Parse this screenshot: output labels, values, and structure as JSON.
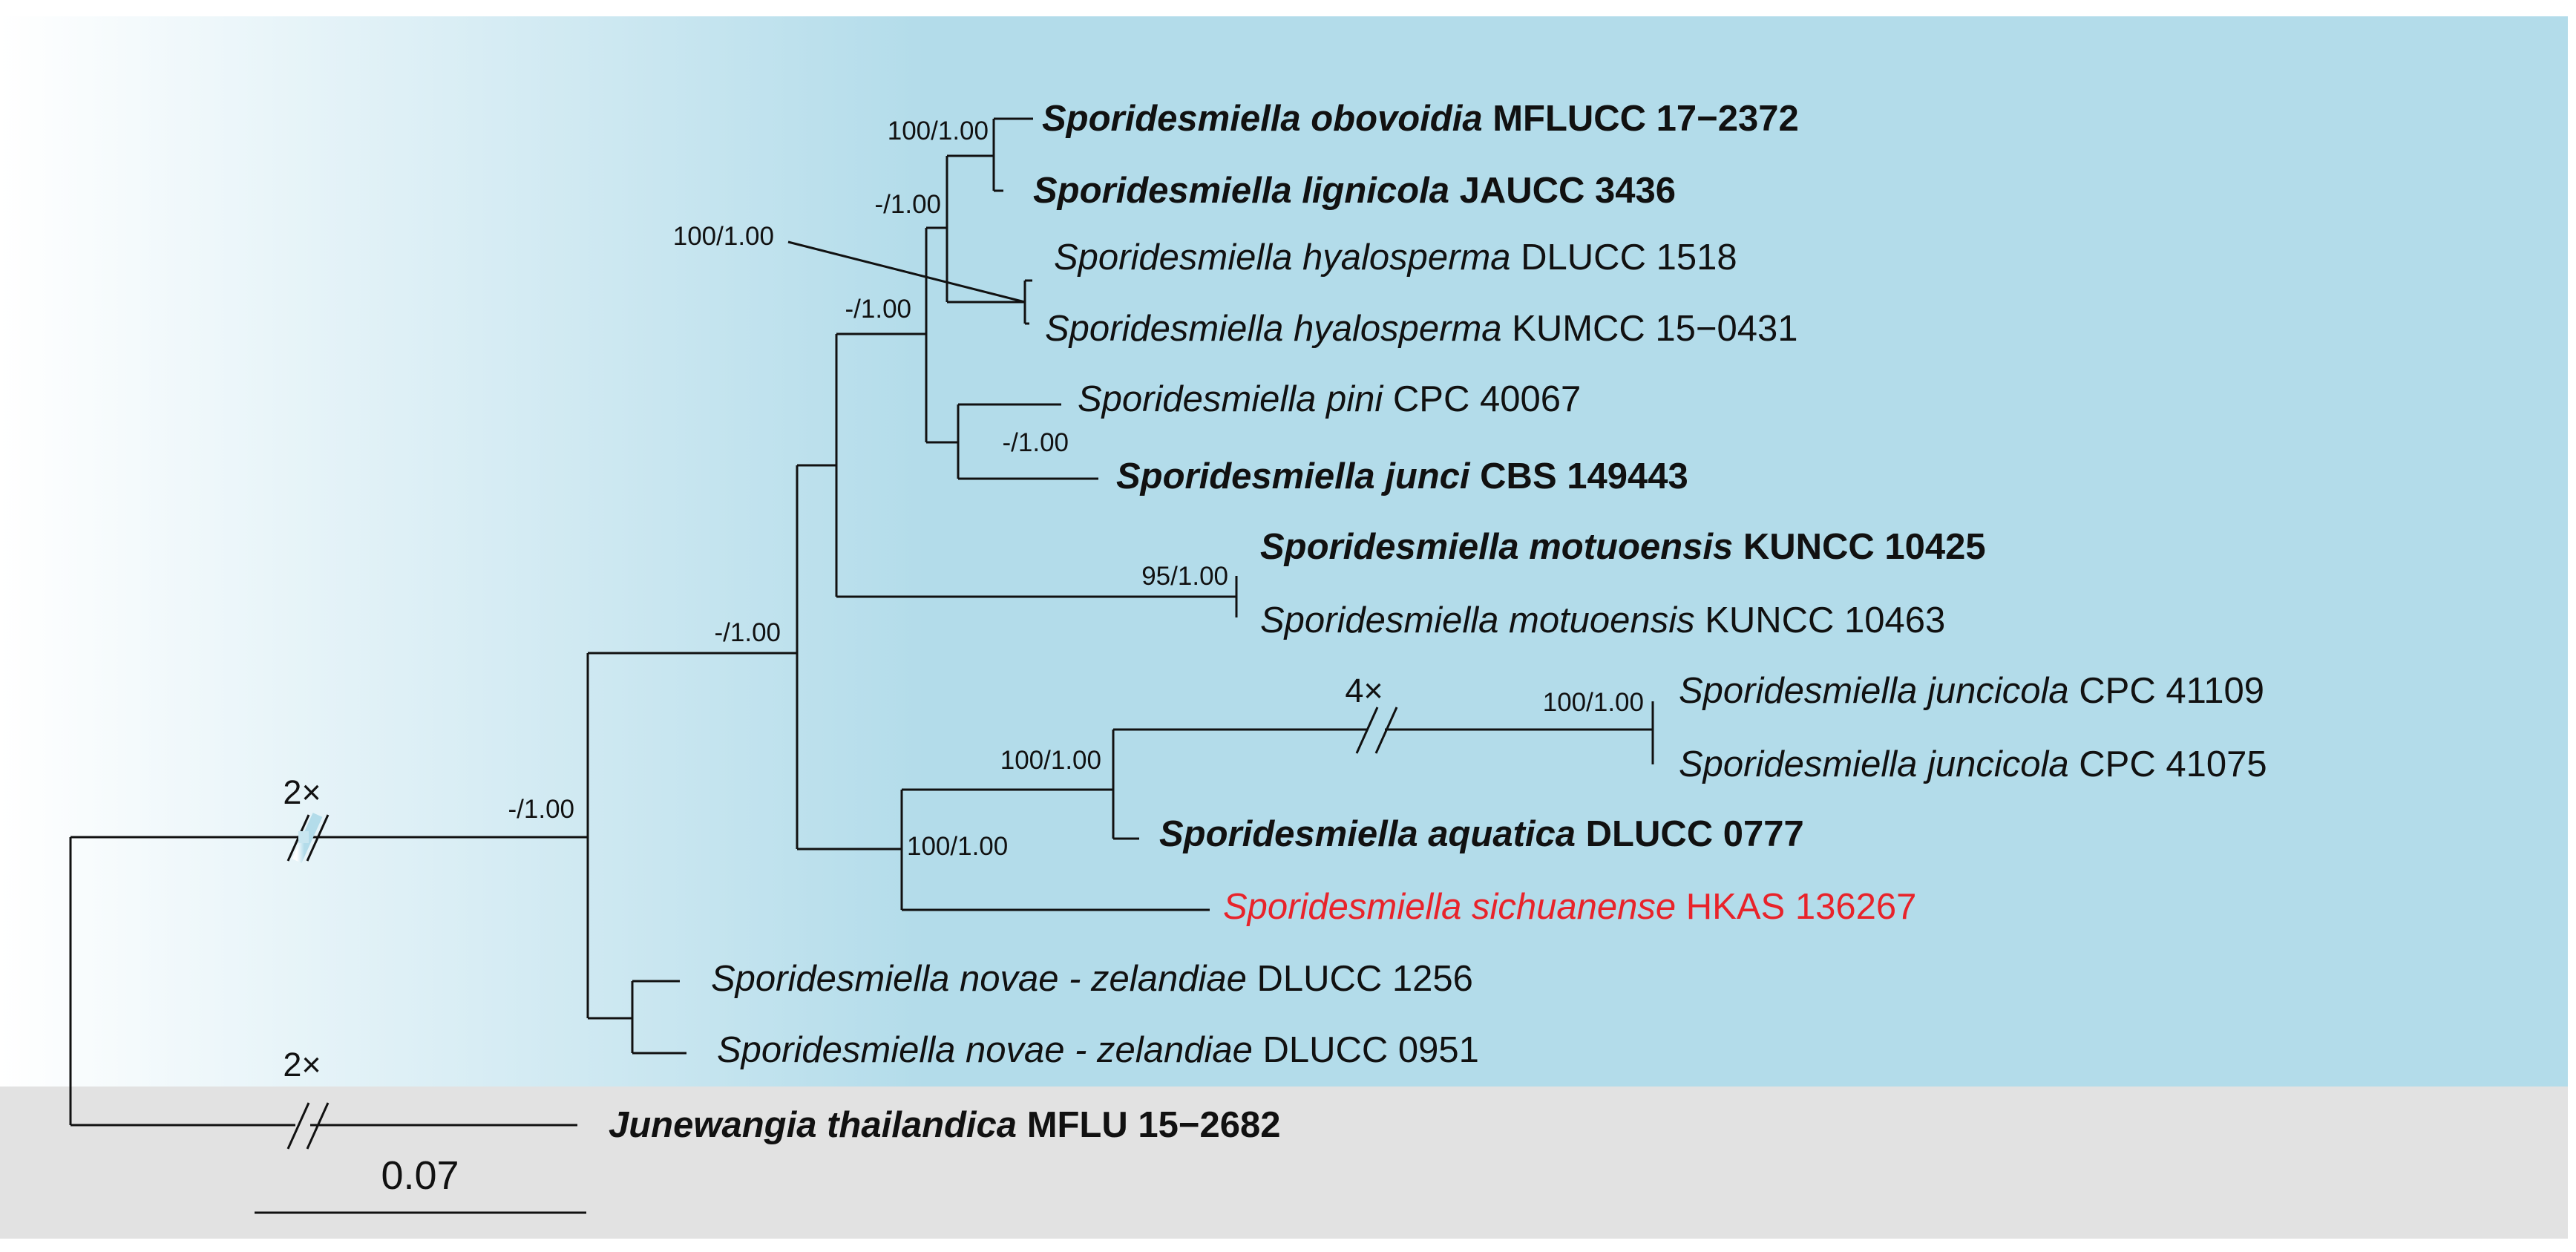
{
  "colors": {
    "ingroup_band": "#b3dcea",
    "outgroup_band": "#e2e2e2",
    "highlight": "#e8232a",
    "line": "#111111"
  },
  "taxa": [
    {
      "genus": "Sporidesmiella",
      "epithet": "obovoidia",
      "strain": "MFLUCC 17−2372",
      "bold": true,
      "highlight": false
    },
    {
      "genus": "Sporidesmiella",
      "epithet": "lignicola",
      "strain": "JAUCC 3436",
      "bold": true,
      "highlight": false
    },
    {
      "genus": "Sporidesmiella",
      "epithet": "hyalosperma",
      "strain": "DLUCC 1518",
      "bold": false,
      "highlight": false
    },
    {
      "genus": "Sporidesmiella",
      "epithet": "hyalosperma",
      "strain": "KUMCC 15−0431",
      "bold": false,
      "highlight": false
    },
    {
      "genus": "Sporidesmiella",
      "epithet": "pini",
      "strain": "CPC 40067",
      "bold": false,
      "highlight": false
    },
    {
      "genus": "Sporidesmiella",
      "epithet": "junci",
      "strain": "CBS 149443",
      "bold": true,
      "highlight": false
    },
    {
      "genus": "Sporidesmiella",
      "epithet": "motuoensis",
      "strain": "KUNCC 10425",
      "bold": true,
      "highlight": false
    },
    {
      "genus": "Sporidesmiella",
      "epithet": "motuoensis",
      "strain": "KUNCC 10463",
      "bold": false,
      "highlight": false
    },
    {
      "genus": "Sporidesmiella",
      "epithet": "juncicola",
      "strain": "CPC 41109",
      "bold": false,
      "highlight": false
    },
    {
      "genus": "Sporidesmiella",
      "epithet": "juncicola",
      "strain": "CPC 41075",
      "bold": false,
      "highlight": false
    },
    {
      "genus": "Sporidesmiella",
      "epithet": "aquatica",
      "strain": "DLUCC 0777",
      "bold": true,
      "highlight": false
    },
    {
      "genus": "Sporidesmiella",
      "epithet": "sichuanense",
      "strain": "HKAS 136267",
      "bold": true,
      "highlight": true
    },
    {
      "genus": "Sporidesmiella",
      "epithet": "novae - zelandiae",
      "strain": "DLUCC 1256",
      "bold": false,
      "highlight": false
    },
    {
      "genus": "Sporidesmiella",
      "epithet": "novae - zelandiae",
      "strain": "DLUCC 0951",
      "bold": false,
      "highlight": false
    },
    {
      "genus": "Junewangia",
      "epithet": "thailandica",
      "strain": "MFLU 15−2682",
      "bold": true,
      "highlight": false
    }
  ],
  "support": {
    "obovoidia_lignicola": "100/1.00",
    "hyalosperma": "100/1.00",
    "upper_clade": "-/1.00",
    "pini_junci": "-/1.00",
    "core_clade": "-/1.00",
    "motuoensis": "95/1.00",
    "juncicola": "100/1.00",
    "juncicola_aquatica": "100/1.00",
    "lower_clade": "100/1.00",
    "big_clade": "-/1.00",
    "ingroup": "-/1.00"
  },
  "branch_breaks": {
    "ingroup_stem": "2×",
    "outgroup_stem": "2×",
    "juncicola_stem": "4×"
  },
  "scale_bar": {
    "label": "0.07"
  }
}
